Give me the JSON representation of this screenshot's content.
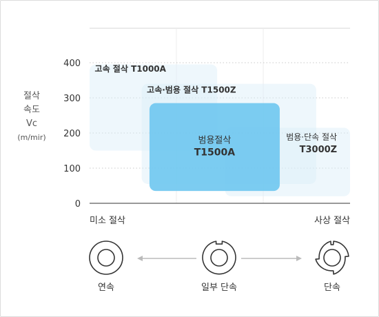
{
  "chart_data": {
    "type": "area",
    "ylabel": [
      "절삭",
      "속도",
      "Vc",
      "(m/mir)"
    ],
    "yticks": [
      0,
      100,
      200,
      300,
      400
    ],
    "ylim": [
      0,
      400
    ],
    "x_axis": {
      "left_label": "미소 절삭",
      "right_label": "사상 절삭"
    },
    "grid": true,
    "regions": [
      {
        "name_lines": [
          "고속 절삭 T1000A"
        ],
        "x": [
          0,
          4.9
        ],
        "y": [
          150,
          395
        ],
        "color": "#d9edf9",
        "opacity": 0.45,
        "label_at": [
          0.2,
          375
        ],
        "label_anchor": "start",
        "label_size": 12
      },
      {
        "name_lines": [
          "고속·범용 절삭 T1500Z"
        ],
        "x": [
          2.0,
          8.7
        ],
        "y": [
          55,
          340
        ],
        "color": "#d9edf9",
        "opacity": 0.45,
        "label_at": [
          2.2,
          315
        ],
        "label_anchor": "start",
        "label_size": 12
      },
      {
        "name_lines": [
          "범용·단속 절삭",
          "T3000Z"
        ],
        "x": [
          5.2,
          10.0
        ],
        "y": [
          20,
          215
        ],
        "color": "#d9edf9",
        "opacity": 0.45,
        "label_at": [
          9.5,
          180
        ],
        "label_anchor": "end",
        "label_size": 12
      },
      {
        "name_lines": [
          "범용절삭",
          "T1500A"
        ],
        "x": [
          2.3,
          7.3
        ],
        "y": [
          35,
          285
        ],
        "color": "#6ec6ef",
        "opacity": 0.9,
        "label_at": [
          4.8,
          172
        ],
        "label_anchor": "middle",
        "label_size": 13
      }
    ]
  },
  "cut_types": {
    "continuous": "연속",
    "partial": "일부 단속",
    "interrupted": "단속"
  }
}
